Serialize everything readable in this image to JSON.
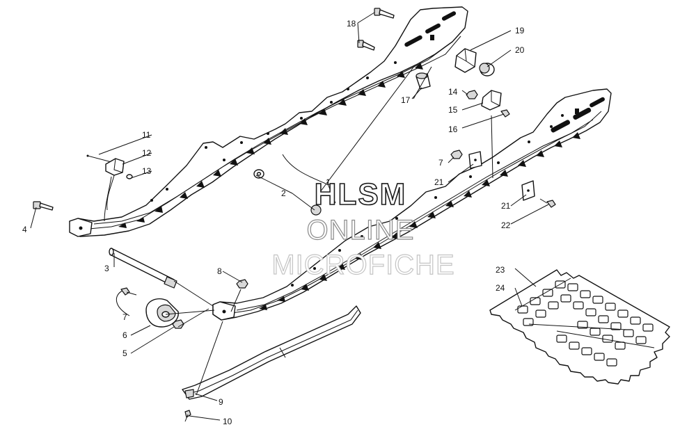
{
  "watermark": {
    "line1": "HLSM",
    "line2": "ONLINE",
    "line3": "MICROFICHE"
  },
  "callouts": [
    {
      "key": "c18",
      "number": "18"
    },
    {
      "key": "c19",
      "number": "19"
    },
    {
      "key": "c20",
      "number": "20"
    },
    {
      "key": "c17",
      "number": "17"
    },
    {
      "key": "c14",
      "number": "14"
    },
    {
      "key": "c15",
      "number": "15"
    },
    {
      "key": "c16",
      "number": "16"
    },
    {
      "key": "c11",
      "number": "11"
    },
    {
      "key": "c12",
      "number": "12"
    },
    {
      "key": "c13",
      "number": "13"
    },
    {
      "key": "c7a",
      "number": "7"
    },
    {
      "key": "c21a",
      "number": "21"
    },
    {
      "key": "c1",
      "number": "1"
    },
    {
      "key": "c2",
      "number": "2"
    },
    {
      "key": "c4",
      "number": "4"
    },
    {
      "key": "c21b",
      "number": "21"
    },
    {
      "key": "c22",
      "number": "22"
    },
    {
      "key": "c3",
      "number": "3"
    },
    {
      "key": "c8",
      "number": "8"
    },
    {
      "key": "c23",
      "number": "23"
    },
    {
      "key": "c24",
      "number": "24"
    },
    {
      "key": "c7b",
      "number": "7"
    },
    {
      "key": "c6",
      "number": "6"
    },
    {
      "key": "c5",
      "number": "5"
    },
    {
      "key": "c9",
      "number": "9"
    },
    {
      "key": "c10",
      "number": "10"
    }
  ]
}
